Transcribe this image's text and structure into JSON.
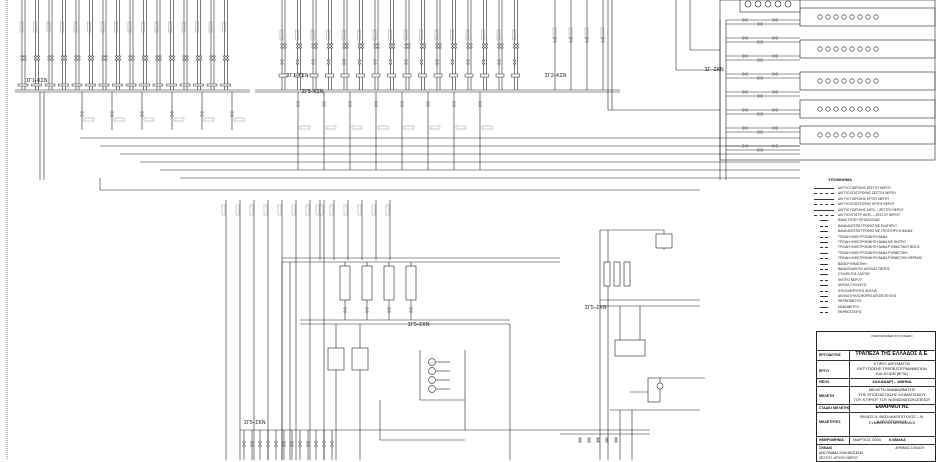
{
  "drawing": {
    "bus_labels": {
      "bus_left": "ΣΓ1–ΚΣΝ",
      "bus_center": "ΣΓ1–ΚΣΝ",
      "bus_right_a": "ΣΓ2–ΚΣΝ",
      "bus_right_b": "ΣΓ–ΣΚΝ",
      "sub_left": "ΣΓ5–ΚΣΝ",
      "sub_center": "ΣΓ5–ΣΚΝ",
      "sub_right": "ΣΓ5–ΣΚΝ",
      "sub_lower": "ΣΓ5–ΣΚΝ"
    }
  },
  "legend": {
    "title": "ΥΠΟΜΝΗΜΑ",
    "items": [
      "ΔΙΚΤΥΟ ΠΑΡΟΧΗΣ ΖΕΣΤΟΥ ΝΕΡΟΥ",
      "ΔΙΚΤΥΟ ΕΠΙΣΤΡΟΦΗΣ ΖΕΣΤΟΥ ΝΕΡΟΥ",
      "ΔΙΚΤΥΟ ΠΑΡΟΧΗΣ ΚΡΥΟΥ ΝΕΡΟΥ",
      "ΔΙΚΤΥΟ ΕΠΙΣΤΡΟΦΗΣ ΚΡΥΟΥ ΝΕΡΟΥ",
      "ΔΙΚΤΥΟ ΠΑΡΟΧΗΣ ΑΝΤΛ. – ΖΕΣΤΟΥ ΝΕΡΟΥ",
      "ΔΙΚΤΥΟ ΕΠΙΣΤΡ. ΑΝΤΛ. – ΖΕΣΤΟΥ ΝΕΡΟΥ",
      "ΒΑΝΑ ΤΥΠΟΥ ΠΕΤΑΛΟΥΔΑΣ",
      "ΒΑΝΑ ΑΝΤΕΠΙΣΤΡΟΦΗΣ ΜΕ ΕΛΑΤΗΡΙΟ",
      "ΒΑΝΑ ΑΝΤΕΠΙΣΤΡΟΦΗΣ ΜΕ ΥΠΟΣΤΗΡΙΞΗ ΒΑΝΑΣ",
      "ΤΡΙΟΔΗ ΗΛΕΚΤΡΟΚΙΝΗΤΗ ΒΑΝΑ",
      "ΤΡΙΟΔΗ ΗΛΕΚΤΡΟΚΙΝΗΤΗ ΒΑΝΑ ΜΕ ΦΙΛΤΡΟ",
      "ΤΡΙΟΔΗ ΗΛΕΚΤΡΟΚΙΝΗΤΗ ΒΑΝΑ ΡΥΘΜΙΣΤΙΚΗ ΠΙΕΣΗΣ",
      "ΤΡΙΟΔΗ ΗΛΕΚΤΡΟΚΙΝΗΤΗ ΒΑΝΑ ΡΥΘΜΙΣΤΙΚΗ",
      "ΤΡΙΟΔΗ ΗΛΕΚΤΡΟΚΙΝΗΤΗ ΒΑΝΑ ΡΥΘΜΙΣΤΙΚΗ ΘΕΡΜΟΚ.",
      "ΒΑΝΑ ΡΥΘΜΙΣΤΙΚΗ",
      "ΒΑΝΑ ΕΝΔΕΙΞΗΣ ΑΝΤΛΙΑΣ ΠΙΕΣΗΣ",
      "ΣΥΛΛΕΚΤΗΣ ΛΑΣΠΗΣ",
      "ΦΙΛΤΡΟ ΝΕΡΟΥ",
      "ΑΝΤΛΙΑ ΣΥΛΛΟΓΗΣ",
      "ΚΥΚΛΟΦΟΡΗΤΗΣ ΑΝΤΛΙΑ",
      "ΑΝΤΛΙΑ ΚΥΚΛΟΦΟΡΗΣ ΑΠΟΧΕΤΕΥΣΗΣ",
      "ΘΕΡΜΟΜΕΤΡΟ",
      "ΜΑΝΟΜΕΤΡΟ",
      "ΘΕΡΜΟΣΤΑΤΗΣ"
    ]
  },
  "title_block": {
    "revision_header": "ΠΑΡΑΤΗΡΗΣΕΙΣ ΣΤΟ ΣΧΕΔΙΟ",
    "employer_label": "ΕΡΓΟΔΟΤΗΣ",
    "employer": "ΤΡΑΠΕΖΑ ΤΗΣ ΕΛΛΑΔΟΣ Α.Ε.",
    "project_label": "ΕΡΓΟ",
    "project_line1": "ΚΤΙΡΙΟ ΙΔΡΥΜΑΤΟΣ",
    "project_line2": "ΕΚΤΥΠΩΣΗΣ ΤΡΑΠΕΖΟΓΡΑΜΜΑΤΙΩΝ",
    "project_line3": "ΚΑΙ ΑΞΙΩΝ (ΙΕΤΑ)",
    "location_label": "ΘΕΣΗ",
    "location": "ΧΑΛΑΝΔΡΙ – ΑΘΗΝΑ",
    "study_label": "ΜΕΛΕΤΗ",
    "study_line1": "ΜΕΛΕΤΗ ΑΝΑΒΑΘΜΙΣΗΣ",
    "study_line2": "ΤΗΣ ΕΓΚΑΤΑΣΤΑΣΗΣ ΚΛΙΜΑΤΙΣΜΟΥ",
    "study_line3": "ΤΟΥ ΚΤΙΡΙΟΥ ΤΟΥ ΝΟΜΙΣΜΑΤΟΚΟΠΕΙΟΥ",
    "phase_label": "ΣΤΑΔΙΟ ΜΕΛΕΤΗΣ",
    "phase": "ΕΦΑΡΜΟΓΗΣ",
    "designers_label": "ΜΕΛΕΤΗΤΕΣ",
    "designers_line1": "ΦΙΛΙΟΣ Δ. ΒΑΣΙΛΑΚΟΠΟΥΛΟΣ – Ν. ΑΛΕΞΟΠΟΥΛΟΣ",
    "designers_line2": "ΣΥΜΒΟΥΛΟΙ ΜΗΧΑΝΙΚΟΙ",
    "date_label": "ΗΜΕΡΟΜΗΝΙΑ",
    "date": "ΜΑΡΤΙΟΣ 2004",
    "scale_label": "ΚΛΙΜΑΚΑ",
    "drawing_no_label": "ΑΡΙΘΜΟΣ ΣΧΕΔΙΟΥ",
    "title_label": "ΣΧΕΔΙΟ",
    "drawing_title_line1": "ΔΙΑΓΡΑΜΜΑ ΣΩΛΗΝΩΣΕΩΝ",
    "drawing_title_line2": "ΖΕΣΤΟΥ–ΚΡΥΟΥ ΝΕΡΟΥ"
  },
  "colors": {
    "line": "#222222",
    "paper": "#ffffff"
  }
}
